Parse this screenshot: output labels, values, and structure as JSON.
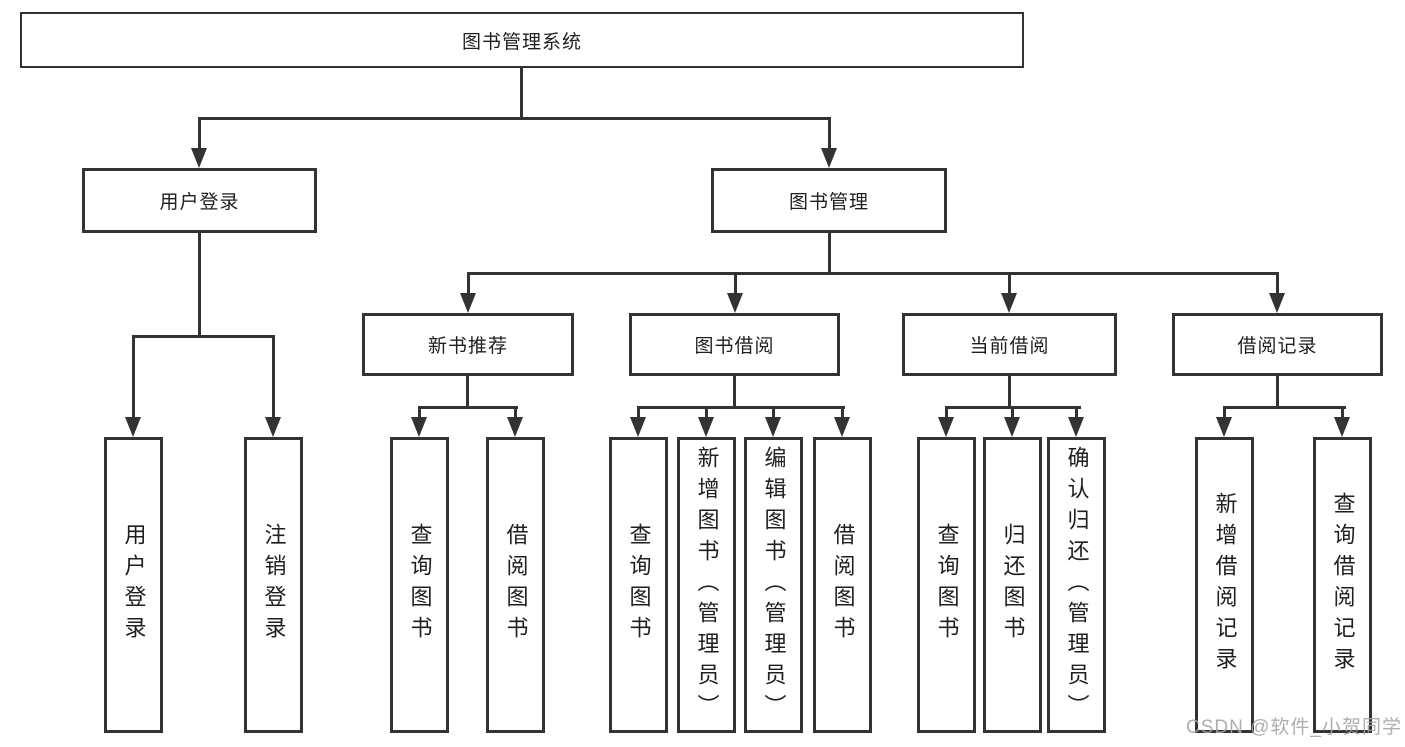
{
  "root": {
    "label": "图书管理系统"
  },
  "level2": [
    {
      "label": "用户登录",
      "children": [
        {
          "label": "用户登录"
        },
        {
          "label": "注销登录"
        }
      ]
    },
    {
      "label": "图书管理",
      "children": [
        {
          "label": "新书推荐",
          "children": [
            {
              "label": "查询图书"
            },
            {
              "label": "借阅图书"
            }
          ]
        },
        {
          "label": "图书借阅",
          "children": [
            {
              "label": "查询图书"
            },
            {
              "label": "新增图书（管理员）"
            },
            {
              "label": "编辑图书（管理员）"
            },
            {
              "label": "借阅图书"
            }
          ]
        },
        {
          "label": "当前借阅",
          "children": [
            {
              "label": "查询图书"
            },
            {
              "label": "归还图书"
            },
            {
              "label": "确认归还（管理员）"
            }
          ]
        },
        {
          "label": "借阅记录",
          "children": [
            {
              "label": "新增借阅记录"
            },
            {
              "label": "查询借阅记录"
            }
          ]
        }
      ]
    }
  ],
  "watermark": {
    "text": "CSDN @软件_小贺同学",
    "color": "#a5a5a5"
  },
  "colors": {
    "line": "#333333",
    "box_background": "#ffffff",
    "text": "#1f1f1f"
  }
}
